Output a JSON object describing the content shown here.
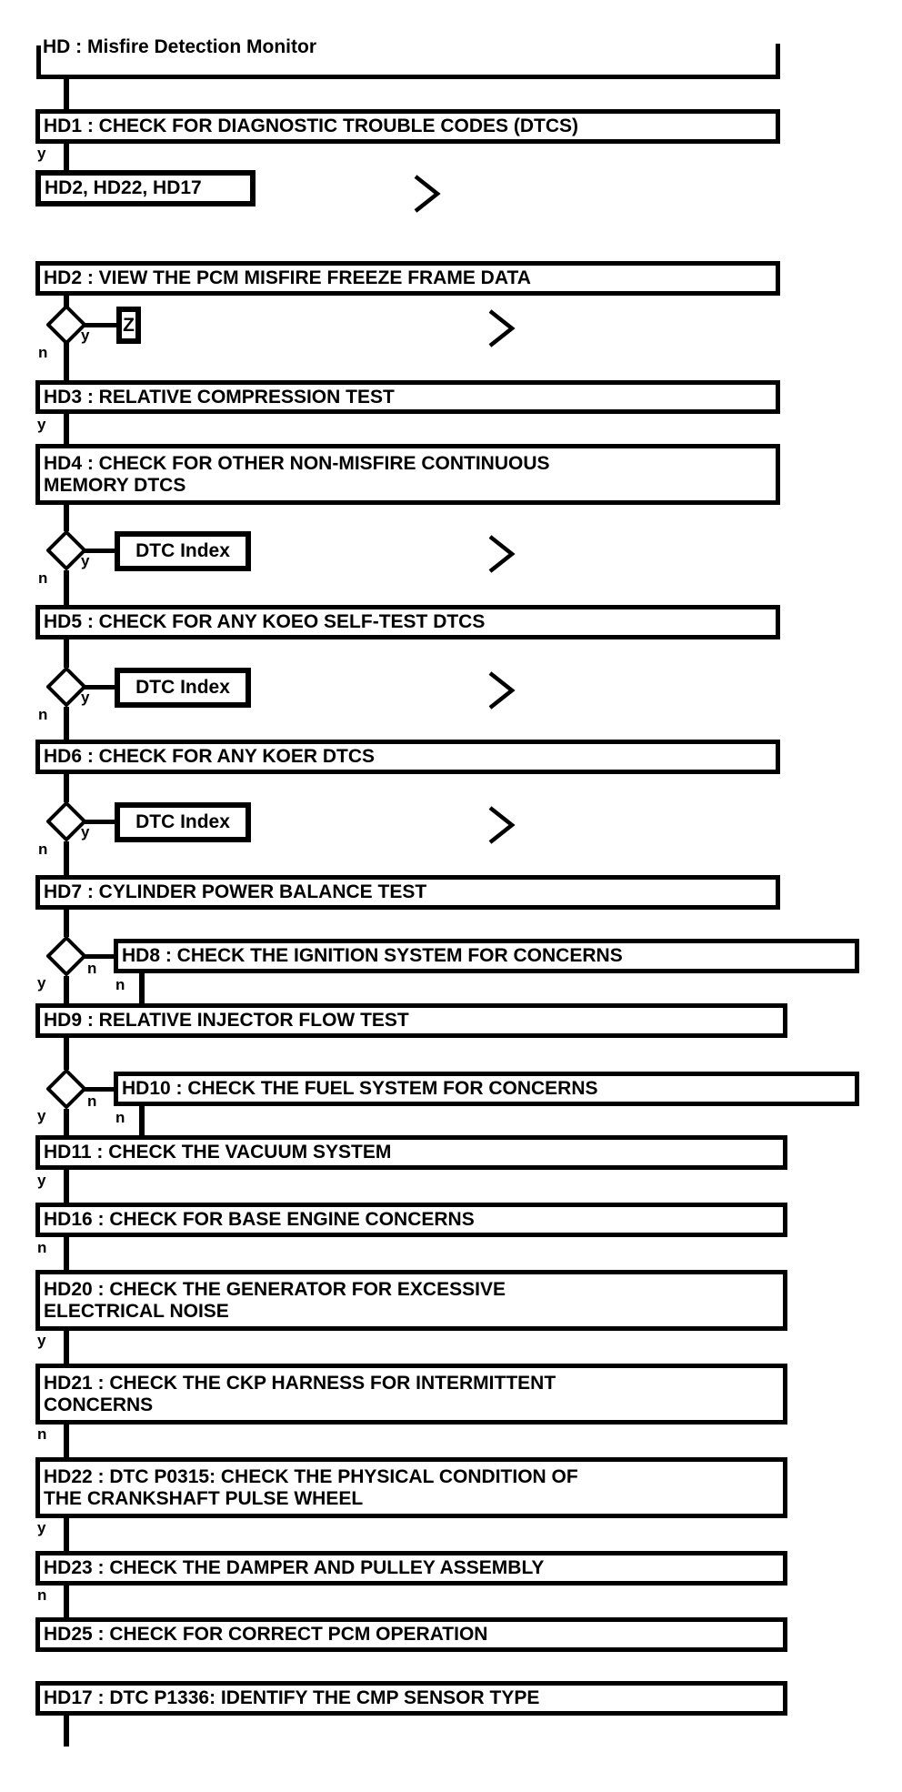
{
  "title": "HD : Misfire Detection Monitor",
  "branch_labels": {
    "yes": "y",
    "no": "n"
  },
  "steps": {
    "hd1": "HD1 : CHECK FOR DIAGNOSTIC TROUBLE CODES (DTCS)",
    "hd2": "HD2 : VIEW THE PCM MISFIRE FREEZE FRAME DATA",
    "hd3": "HD3 : RELATIVE COMPRESSION TEST",
    "hd4": "HD4 : CHECK FOR OTHER NON-MISFIRE CONTINUOUS\nMEMORY DTCS",
    "hd5": "HD5 : CHECK FOR ANY KOEO SELF-TEST DTCS",
    "hd6": "HD6 : CHECK FOR ANY KOER DTCS",
    "hd7": "HD7 : CYLINDER POWER BALANCE TEST",
    "hd8": "HD8 : CHECK THE IGNITION SYSTEM FOR CONCERNS",
    "hd9": "HD9 : RELATIVE INJECTOR FLOW TEST",
    "hd10": "HD10 : CHECK THE FUEL SYSTEM FOR CONCERNS",
    "hd11": "HD11 : CHECK THE VACUUM SYSTEM",
    "hd16": "HD16 : CHECK FOR BASE ENGINE CONCERNS",
    "hd20": "HD20 : CHECK THE GENERATOR FOR EXCESSIVE\nELECTRICAL NOISE",
    "hd21": "HD21 : CHECK THE CKP HARNESS FOR INTERMITTENT\nCONCERNS",
    "hd22": "HD22 : DTC P0315: CHECK THE PHYSICAL CONDITION OF\nTHE CRANKSHAFT PULSE WHEEL",
    "hd23": "HD23 : CHECK THE DAMPER AND PULLEY ASSEMBLY",
    "hd25": "HD25 : CHECK FOR CORRECT PCM OPERATION",
    "hd17": "HD17 : DTC P1336: IDENTIFY THE CMP SENSOR TYPE"
  },
  "references": {
    "goto_list": "HD2, HD22, HD17",
    "freeze_frame": "Z",
    "dtc_index": "DTC Index"
  },
  "diagram_colors": {
    "line": "#000000",
    "background": "#ffffff"
  }
}
